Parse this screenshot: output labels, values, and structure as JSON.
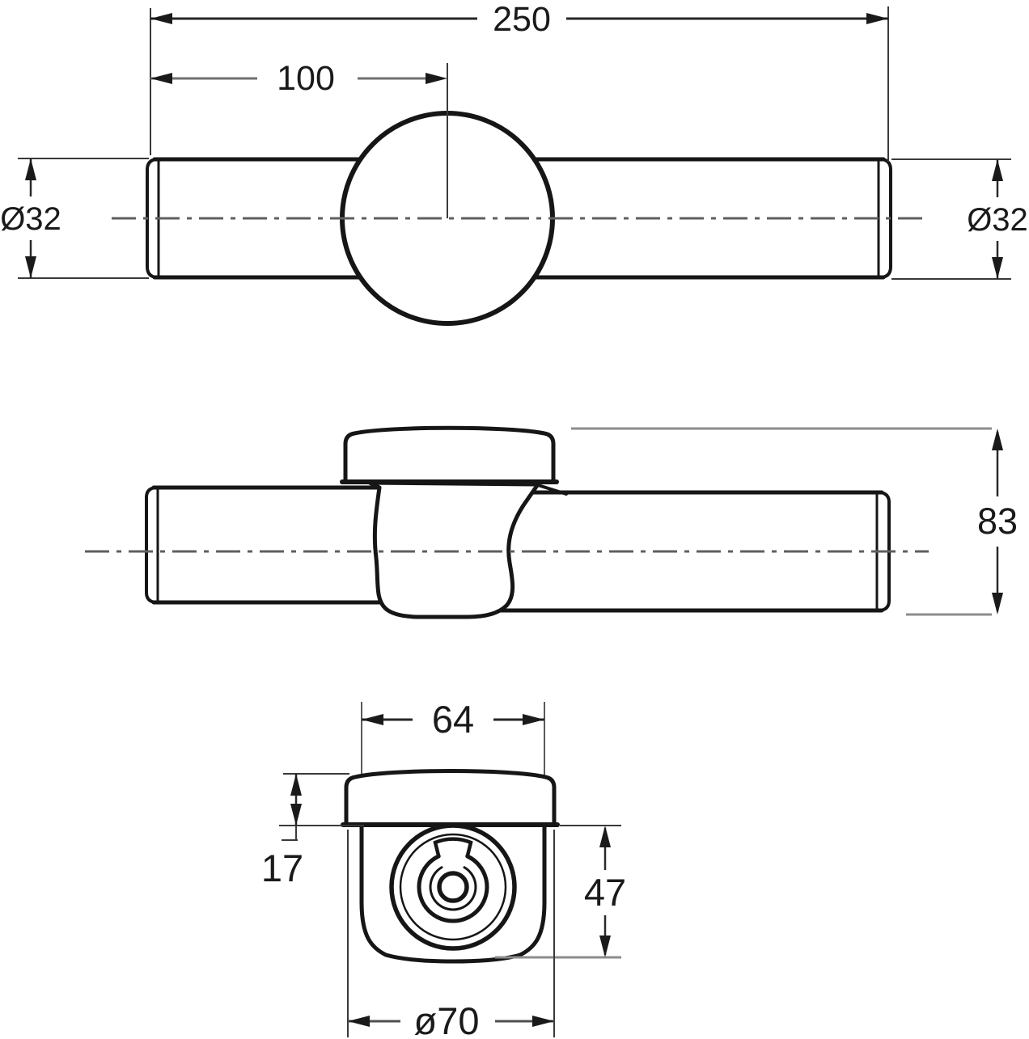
{
  "drawing": {
    "description": "Technical dimension drawing of a pipe fitting (bottle trap / pipe connector) in three orthographic views",
    "background": "#ffffff",
    "colors": {
      "outline": "#161616",
      "dimension_line": "#262626",
      "thin_gray_line": "#8c8c8c",
      "centerline": "#5f5f5f",
      "text": "#1a1a1a"
    },
    "labels": {
      "top_view": {
        "total_length": "250",
        "center_offset": "100",
        "diameter_left": "Ø32",
        "diameter_right": "Ø32"
      },
      "side_view": {
        "overall_height": "83"
      },
      "front_view": {
        "cap_width": "64",
        "cap_height": "17",
        "body_height": "47",
        "cap_diameter": "ø70"
      }
    }
  }
}
